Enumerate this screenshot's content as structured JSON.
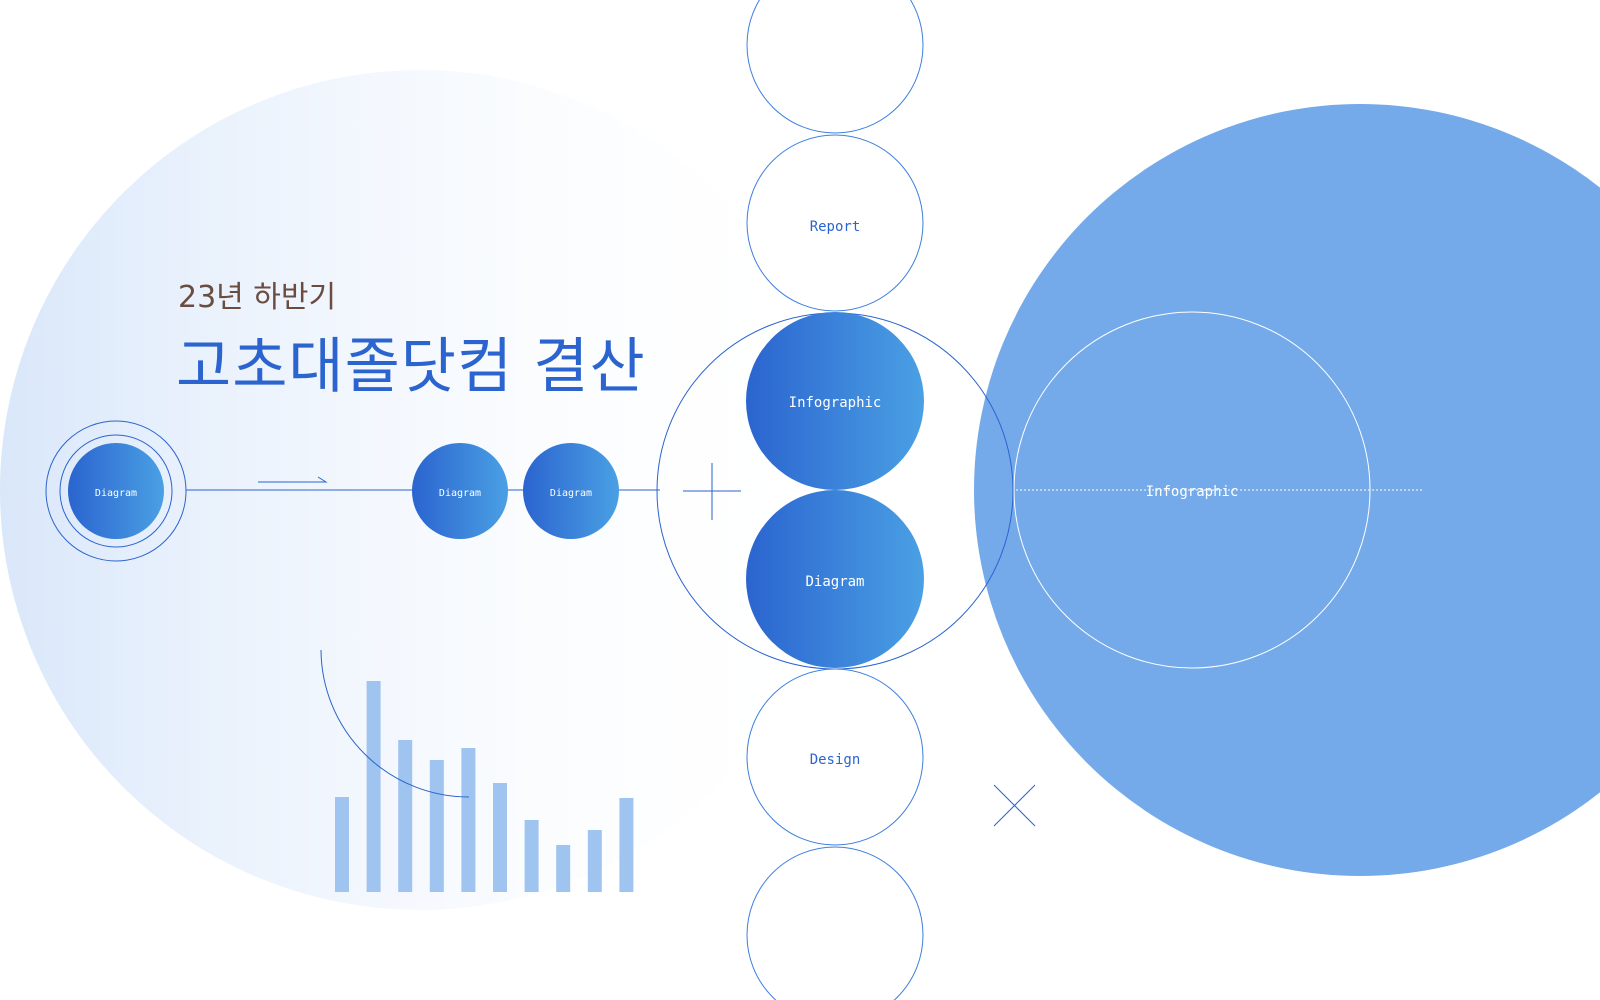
{
  "header": {
    "subtitle": "23년 하반기",
    "title": "고초대졸닷컴 결산"
  },
  "colors": {
    "primary": "#2b64cf",
    "gradient_end": "#4aa0e4",
    "big_circle": "#74aaea",
    "bars": "#9fc4f0",
    "subtitle": "#6b4c40"
  },
  "nodes": {
    "left_diagram": "Diagram",
    "mid_diagram_1": "Diagram",
    "mid_diagram_2": "Diagram",
    "report": "Report",
    "infographic": "Infographic",
    "diagram_center": "Diagram",
    "design": "Design",
    "big_infographic": "Infographic"
  },
  "icons": [
    "arrow-right-icon",
    "plus-icon",
    "cross-icon"
  ],
  "chart_data": {
    "type": "bar",
    "values": [
      95,
      211,
      152,
      132,
      144,
      109,
      72,
      47,
      62,
      94
    ]
  }
}
